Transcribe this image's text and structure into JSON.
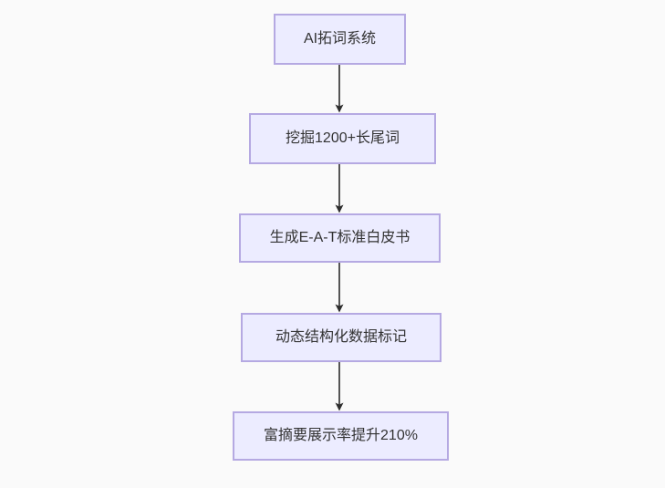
{
  "diagram": {
    "type": "flowchart-top-down",
    "nodes": [
      {
        "id": "A",
        "label": "AI拓词系统"
      },
      {
        "id": "B",
        "label": "挖掘1200+长尾词"
      },
      {
        "id": "C",
        "label": "生成E-A-T标准白皮书"
      },
      {
        "id": "D",
        "label": "动态结构化数据标记"
      },
      {
        "id": "E",
        "label": "富摘要展示率提升210%"
      }
    ],
    "edges": [
      {
        "from": "A",
        "to": "B"
      },
      {
        "from": "B",
        "to": "C"
      },
      {
        "from": "C",
        "to": "D"
      },
      {
        "from": "D",
        "to": "E"
      }
    ],
    "colors": {
      "background": "#fafafa",
      "node_fill": "#ececff",
      "node_border": "#b5a9e2",
      "text": "#333333",
      "arrow_line": "#555555",
      "arrow_head": "#2d2d2d"
    }
  }
}
